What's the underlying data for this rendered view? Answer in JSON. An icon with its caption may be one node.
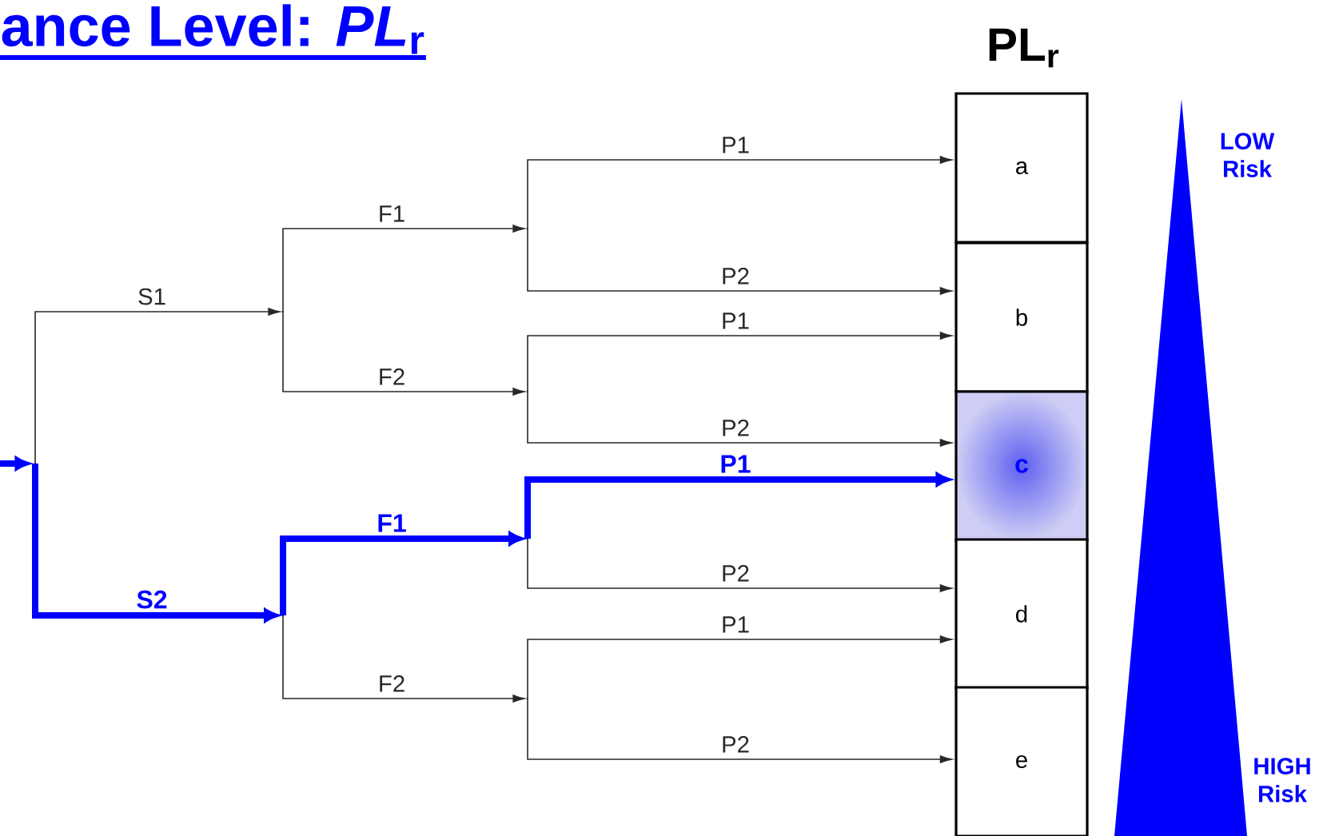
{
  "diagram": {
    "title": "ance Level:    *PL*$_{r}$",
    "nodes": [
      {
        "text": [],
        "shape": "point"
      },
      {
        "text": [],
        "shape": "point"
      },
      {
        "text": [],
        "shape": "point"
      },
      {
        "text": [],
        "shape": "point"
      },
      {
        "text": [],
        "shape": "point"
      },
      {
        "text": [],
        "shape": "point"
      },
      {
        "text": [],
        "shape": "point"
      },
      {
        "text": [
          "a"
        ]
      },
      {
        "text": [
          "b"
        ]
      },
      {
        "text": [
          "c"
        ]
      },
      {
        "text": [
          "d"
        ]
      },
      {
        "text": [
          "e"
        ]
      },
      {
        "text": [],
        "shape": "triangle",
        "beside": [
          "LOW Risk",
          "HIGH Risk"
        ]
      }
    ],
    "edges": [
      {
        "from": null,
        "to": 0,
        "arrow": "to",
        "style": "thick",
        "color": "#0000ff"
      },
      {
        "from": 0,
        "to": 1,
        "arrow": "to",
        "label": "S1"
      },
      {
        "from": 0,
        "to": 2,
        "arrow": "to",
        "label": "S2",
        "style": "thick",
        "color": "#0000ff"
      },
      {
        "from": 1,
        "to": 3,
        "arrow": "to",
        "label": "F1"
      },
      {
        "from": 1,
        "to": 4,
        "arrow": "to",
        "label": "F2"
      },
      {
        "from": 2,
        "to": 5,
        "arrow": "to",
        "label": "F1",
        "style": "thick",
        "color": "#0000ff"
      },
      {
        "from": 2,
        "to": 6,
        "arrow": "to",
        "label": "F2"
      },
      {
        "from": 3,
        "to": 7,
        "arrow": "to",
        "label": "P1"
      },
      {
        "from": 3,
        "to": 8,
        "arrow": "to",
        "label": "P2"
      },
      {
        "from": 4,
        "to": 8,
        "arrow": "to",
        "label": "P1"
      },
      {
        "from": 4,
        "to": 9,
        "arrow": "to",
        "label": "P2"
      },
      {
        "from": 5,
        "to": 9,
        "arrow": "to",
        "label": "P1",
        "style": "thick",
        "color": "#0000ff"
      },
      {
        "from": 5,
        "to": 10,
        "arrow": "to",
        "label": "P2"
      },
      {
        "from": 6,
        "to": 10,
        "arrow": "to",
        "label": "P1"
      },
      {
        "from": 6,
        "to": 11,
        "arrow": "to",
        "label": "P2"
      }
    ],
    "labels": [
      "PL$_{r}$"
    ]
  }
}
